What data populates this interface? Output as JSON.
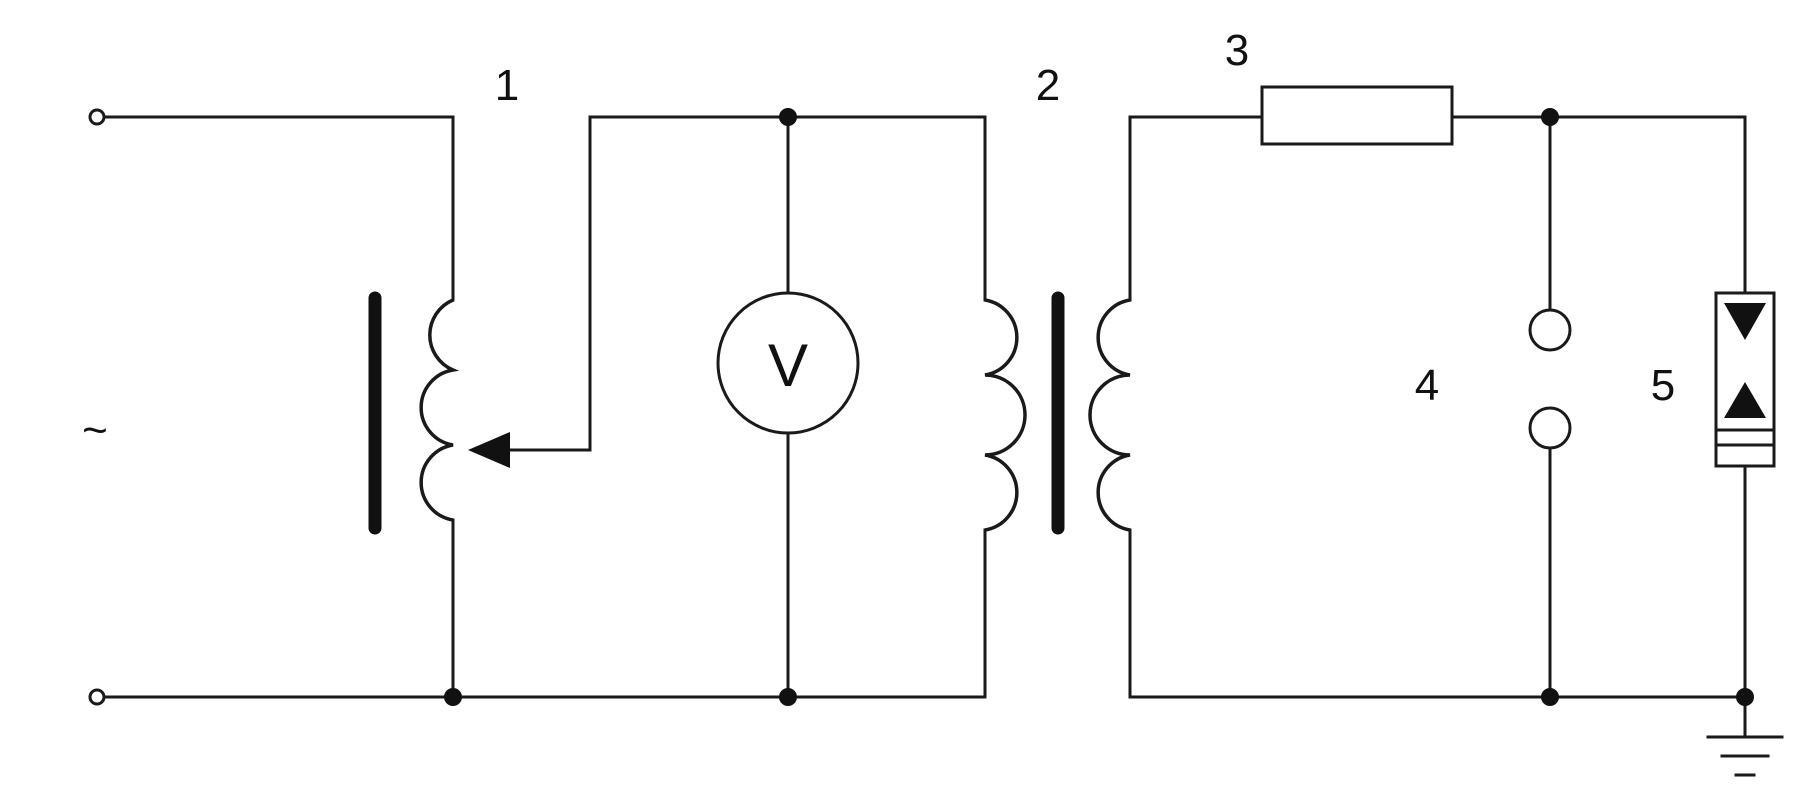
{
  "diagram": {
    "source_symbol": "~",
    "meter_symbol": "V",
    "labels": {
      "autotransformer": "1",
      "transformer": "2",
      "resistor": "3",
      "spark_gap": "4",
      "arrester": "5"
    }
  }
}
